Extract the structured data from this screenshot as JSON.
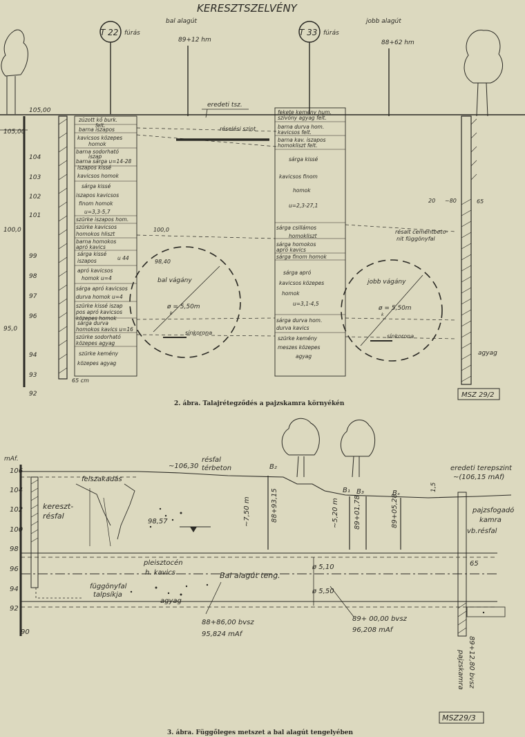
{
  "fig2": {
    "title": "KERESZTSZELVÉNY",
    "left_tunnel": "bal alagút",
    "right_tunnel": "jobb alagút",
    "bore_left": "T 22",
    "bore_left_label": "fúrás",
    "bore_right": "T 33",
    "bore_right_label": "fúrás",
    "station_left": "89+12 hm",
    "station_right": "88+62 hm",
    "original_surface": "eredeti tsz.",
    "cut_level": "réselési szint",
    "elev_top": "105,00",
    "elev_105": "105,00",
    "elev_100": "100,0",
    "elev_950": "95,0",
    "ticks": [
      "104",
      "103",
      "102",
      "101",
      "99",
      "98",
      "97",
      "96",
      "94",
      "93",
      "92"
    ],
    "left_layers": [
      "zúzott kő burk.",
      "felt.",
      "barna iszapos",
      "kavicsos közepes",
      "homok",
      "barna sodorható",
      "iszap",
      "barna sárga u=14-28",
      "iszapos kissé",
      "kavicsos homok",
      "sárga kissé",
      "iszapos kavicsos",
      "finom homok",
      "u=3,3-5,7",
      "szürke iszapos hom.",
      "szürke kavicsos",
      "homokos hliszt",
      "barna homokos",
      "apró kavics",
      "sárga kissé",
      "iszapos",
      "u 44",
      "apró kavicsos",
      "homok u=4",
      "sárga apró kavicsos",
      "durva homok u=4",
      "szürke kissé iszap",
      "pos apró kavicsos",
      "közepes homok",
      "sárga durva",
      "homokos kavics u=16",
      "szürke sodorható",
      "közepes agyag",
      "szürke kemény",
      "közepes agyag"
    ],
    "right_layers": [
      "fekete kemény hum.",
      "szivóny agyag felt.",
      "barna durva hom.",
      "kavicsos felt.",
      "barna kav. iszapos",
      "homokliszt felt.",
      "sárga kissé",
      "kavicsos finom",
      "homok",
      "u=2,3-27,1",
      "sárga csillámos",
      "homokliszt",
      "sárga homokos",
      "apró kavics",
      "sárga finom homok",
      "sárga apró",
      "kavicsos közepes",
      "homok",
      "u=3,1-4,5",
      "sárga durva hom.",
      "durva kavics",
      "szürke kemény",
      "meszes közepes",
      "agyag"
    ],
    "level_100": "100,0",
    "level_9840": "98,40",
    "left_bore_name": "bal vágány",
    "right_bore_name": "jobb vágány",
    "dia_left": "ø = 5,50m",
    "dia_right": "ø = 5,50m",
    "sub_k": "k",
    "rail_left": "sínkorona",
    "rail_right": "sínkorona",
    "wall_label": "résalt cementbeto-",
    "wall_label2": "nit függönyfal",
    "dim_20": "20",
    "dim_80": "~80",
    "dim_65": "65",
    "dim_65cm": "65 cm",
    "clay": "agyag",
    "code": "MSZ 29/2",
    "caption": "2. ábra. Talajrétegződés a pajzskamra környékén"
  },
  "fig3": {
    "unit": "mAf.",
    "axis": [
      "106",
      "104",
      "102",
      "100",
      "98",
      "96",
      "94",
      "92",
      "90"
    ],
    "slide": "felszakadás",
    "rfal": "résfal",
    "terbeton": "térbeton",
    "elev_10630": "~106,30",
    "b2": "B₂",
    "b1": "B₁",
    "b3": "B₃",
    "bx": "Bₓ",
    "orig_surface": "eredeti terepszint",
    "orig_elev": "~(106,15 mAf)",
    "dim_15": "1,5",
    "kereszt": "kereszt-",
    "kereszt2": "résfal",
    "d750": "~7,50 m",
    "s89315": "88+93,15",
    "d520": "~5,20 m",
    "s89178": "89+01,78",
    "s89528": "89+05,28",
    "shield": "pajzsfogadó",
    "shield2": "kamra",
    "vbresfal": "vb.résfal",
    "level_9857": "98,57",
    "pleist": "pleisztocén",
    "pleist2": "h. kavics",
    "axis_tunnel": "Bal alagút teng.",
    "dia1": "ø 5,10",
    "dia2": "ø 5,50",
    "sub_k": "k",
    "dim_65": "65",
    "fuggony": "függönyfal",
    "talpsik": "talpsíkja",
    "agyag": "agyag",
    "bvsz1": "88+86,00 bvsz",
    "bvsz1_elev": "95,824 mAf",
    "bvsz2": "89+ 00,00 bvsz",
    "bvsz2_elev": "96,208 mAf",
    "side_label": "89+12,80 bvsz",
    "side_label2": "pajzskamra",
    "code": "MSZ29/3",
    "caption": "3. ábra. Függőleges metszet a bal alagút tengelyében"
  }
}
